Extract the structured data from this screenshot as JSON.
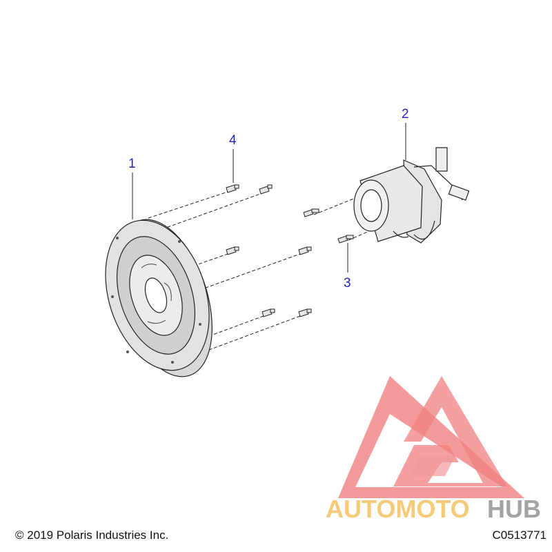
{
  "callouts": [
    "1",
    "2",
    "3",
    "4"
  ],
  "footer": {
    "copyright": "© 2019 Polaris Industries Inc.",
    "drawing_id": "C0513771"
  },
  "watermark": {
    "word_part1": "AUTOMOTO",
    "word_part2": "HUB",
    "color_part1": "#f4c56a",
    "color_part2": "#9a9a9a",
    "logo_color": "#ee6b6b"
  },
  "colors": {
    "callout": "#2626b8",
    "line": "#222222",
    "part_fill": "#e4e4e4"
  }
}
